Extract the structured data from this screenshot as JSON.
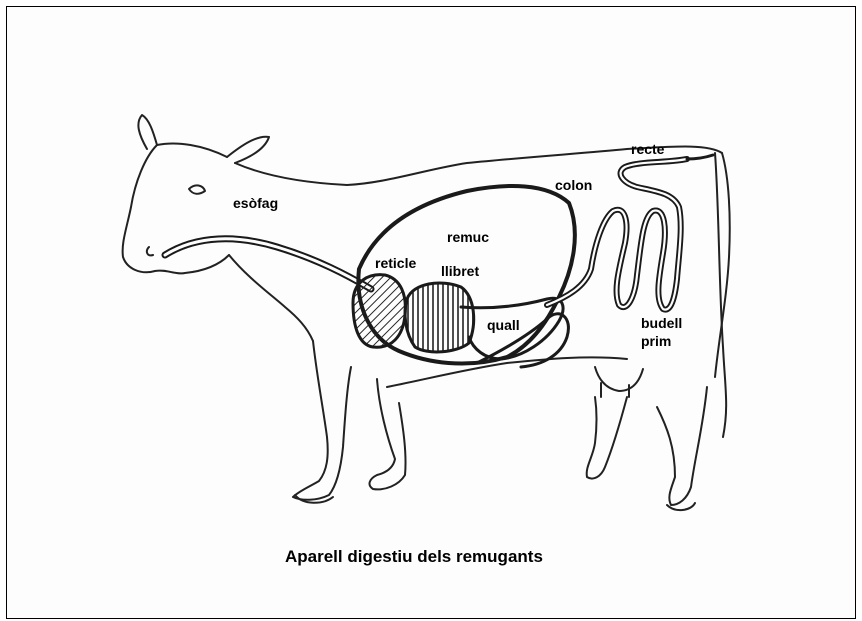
{
  "labels": {
    "esofag": "esòfag",
    "remuc": "remuc",
    "reticle": "reticle",
    "llibret": "llibret",
    "quall": "quall",
    "colon": "colon",
    "recte": "recte",
    "budell": "budell",
    "prim": "prim"
  },
  "caption": "Aparell digestiu dels remugants",
  "colors": {
    "line": "#1a1a1a",
    "background": "#fdfdfd"
  }
}
